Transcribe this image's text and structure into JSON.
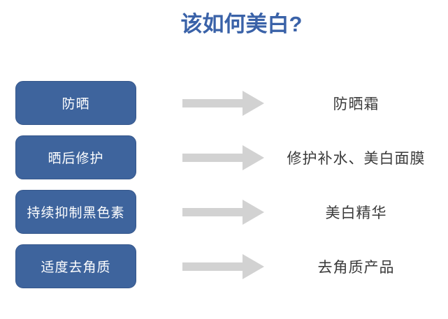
{
  "title": "该如何美白?",
  "colors": {
    "background": "#ffffff",
    "title-blue": "#3a62a8",
    "box-blue": "#3e649d",
    "box-border": "#36578b",
    "box-text": "#ffffff",
    "arrow-gray": "#d2d2d2",
    "label-dark": "#3a3a3a"
  },
  "icons": {
    "arrow": "right-arrow-icon"
  },
  "rows": [
    {
      "step": "防晒",
      "product": "防晒霜"
    },
    {
      "step": "晒后修护",
      "product": "修护补水、美白面膜"
    },
    {
      "step": "持续抑制黑色素",
      "product": "美白精华"
    },
    {
      "step": "适度去角质",
      "product": "去角质产品"
    }
  ]
}
